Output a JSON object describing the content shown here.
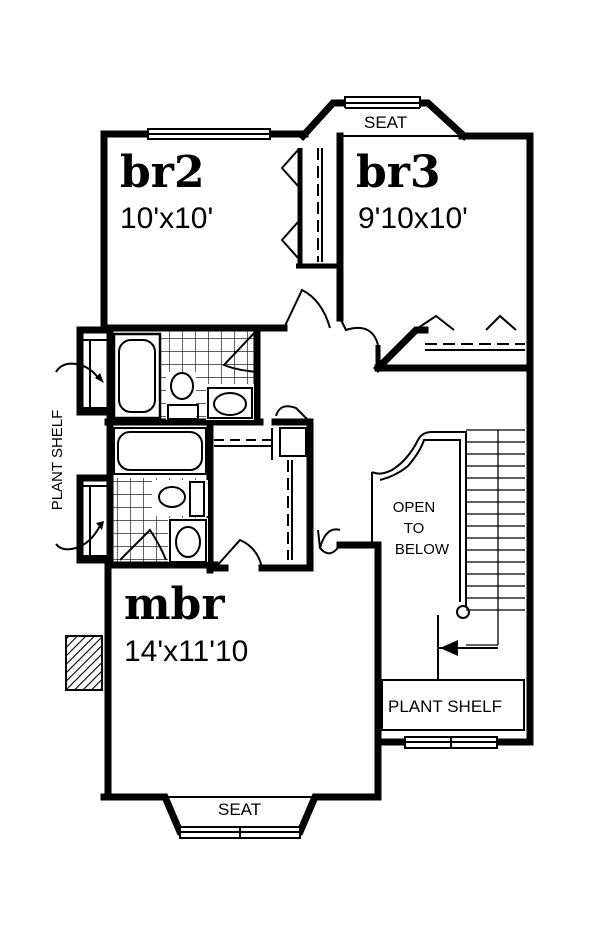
{
  "rooms": {
    "br2": {
      "name": "br2",
      "dims": "10'x10'"
    },
    "br3": {
      "name": "br3",
      "dims": "9'10x10'"
    },
    "mbr": {
      "name": "mbr",
      "dims": "14'x11'10"
    }
  },
  "labels": {
    "seat_top": "SEAT",
    "seat_bottom": "SEAT",
    "open_to": "OPEN",
    "to": "TO",
    "below": "BELOW",
    "plant_shelf_right": "PLANT SHELF",
    "plant_shelf_left": "PLANT SHELF"
  }
}
